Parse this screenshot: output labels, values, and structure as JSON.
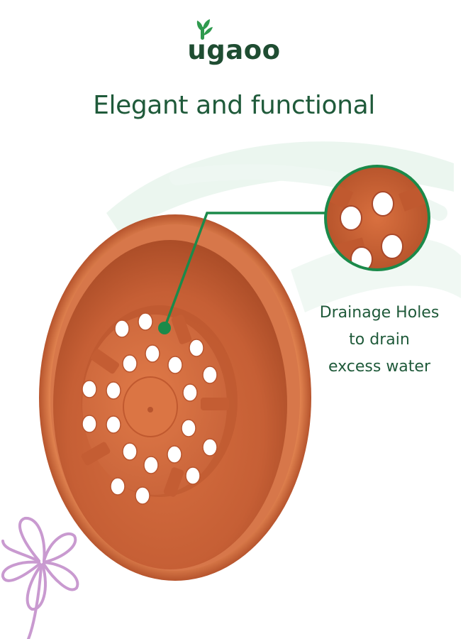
{
  "brand": {
    "name": "ugaoo",
    "accent_color": "#1f5a3a",
    "logo_icon": "sprout-logo-icon"
  },
  "headline": "Elegant and functional",
  "callout": {
    "lines": [
      "Drainage Holes",
      "to drain",
      "excess water"
    ],
    "leader_color": "#1b8a4a"
  },
  "product": {
    "color": "#cf6a3d",
    "description_icon": "plant-pot-icon",
    "zoom_icon": "zoom-detail-icon"
  },
  "decor": {
    "flower_icon": "doodle-flower-icon",
    "brush_icon": "green-brush-stroke-icon"
  }
}
